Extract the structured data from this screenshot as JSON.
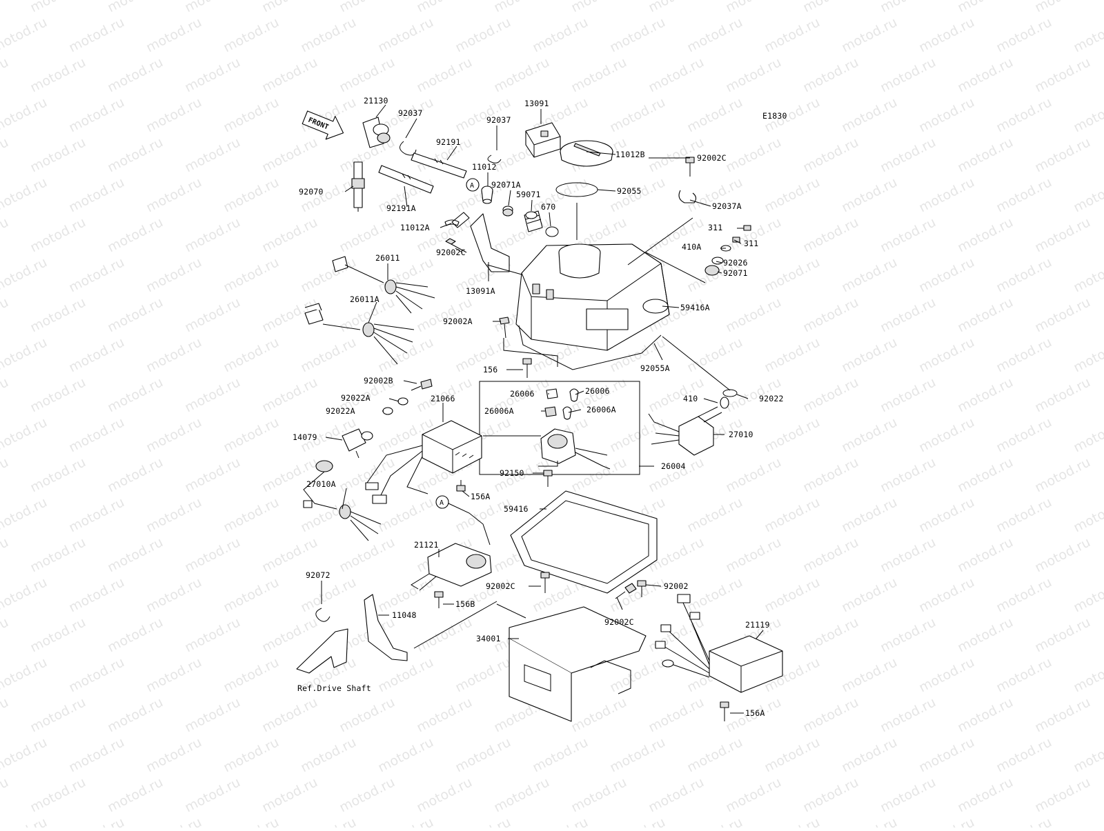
{
  "diagram": {
    "code": "E1830",
    "front_label": "FRONT",
    "watermark": "motod.ru",
    "ref_note": "Ref.Drive Shaft",
    "circle_marker": "A",
    "labels": [
      {
        "id": "l01",
        "text": "21130"
      },
      {
        "id": "l02",
        "text": "92037"
      },
      {
        "id": "l03",
        "text": "92037"
      },
      {
        "id": "l04",
        "text": "13091"
      },
      {
        "id": "l05",
        "text": "92191"
      },
      {
        "id": "l06",
        "text": "11012"
      },
      {
        "id": "l07",
        "text": "11012B"
      },
      {
        "id": "l08",
        "text": "92070"
      },
      {
        "id": "l09",
        "text": "92071A"
      },
      {
        "id": "l10",
        "text": "59071"
      },
      {
        "id": "l11",
        "text": "92055"
      },
      {
        "id": "l12",
        "text": "92002C"
      },
      {
        "id": "l13",
        "text": "92191A"
      },
      {
        "id": "l14",
        "text": "670"
      },
      {
        "id": "l15",
        "text": "92037A"
      },
      {
        "id": "l16",
        "text": "11012A"
      },
      {
        "id": "l17",
        "text": "311"
      },
      {
        "id": "l18",
        "text": "410A"
      },
      {
        "id": "l19",
        "text": "311"
      },
      {
        "id": "l20",
        "text": "26011"
      },
      {
        "id": "l21",
        "text": "92002C"
      },
      {
        "id": "l22",
        "text": "92026"
      },
      {
        "id": "l23",
        "text": "92071"
      },
      {
        "id": "l24",
        "text": "13091A"
      },
      {
        "id": "l25",
        "text": "26011A"
      },
      {
        "id": "l26",
        "text": "59416A"
      },
      {
        "id": "l27",
        "text": "92002A"
      },
      {
        "id": "l28",
        "text": "92055A"
      },
      {
        "id": "l29",
        "text": "156"
      },
      {
        "id": "l30",
        "text": "92002B"
      },
      {
        "id": "l31",
        "text": "26006"
      },
      {
        "id": "l32",
        "text": "26006"
      },
      {
        "id": "l33",
        "text": "92022A"
      },
      {
        "id": "l34",
        "text": "21066"
      },
      {
        "id": "l35",
        "text": "410"
      },
      {
        "id": "l36",
        "text": "92022"
      },
      {
        "id": "l37",
        "text": "26006A"
      },
      {
        "id": "l38",
        "text": "26006A"
      },
      {
        "id": "l39",
        "text": "92022A"
      },
      {
        "id": "l40",
        "text": "14079"
      },
      {
        "id": "l41",
        "text": "27010"
      },
      {
        "id": "l42",
        "text": "92150"
      },
      {
        "id": "l43",
        "text": "26004"
      },
      {
        "id": "l44",
        "text": "27010A"
      },
      {
        "id": "l45",
        "text": "156A"
      },
      {
        "id": "l46",
        "text": "59416"
      },
      {
        "id": "l47",
        "text": "21121"
      },
      {
        "id": "l48",
        "text": "92072"
      },
      {
        "id": "l49",
        "text": "92002C"
      },
      {
        "id": "l50",
        "text": "92002"
      },
      {
        "id": "l51",
        "text": "156B"
      },
      {
        "id": "l52",
        "text": "11048"
      },
      {
        "id": "l53",
        "text": "92002C"
      },
      {
        "id": "l54",
        "text": "21119"
      },
      {
        "id": "l55",
        "text": "34001"
      },
      {
        "id": "l56",
        "text": "156A"
      }
    ]
  }
}
